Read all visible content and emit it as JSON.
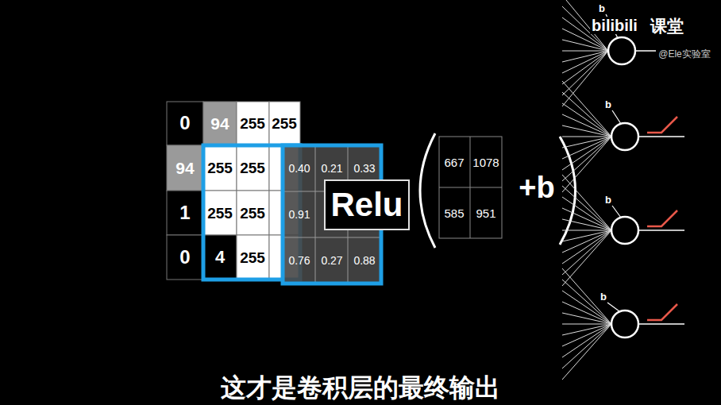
{
  "diagram": {
    "caption": "这才是卷积层的最终输出",
    "nodes": [
      {
        "text": [
          "Relu"
        ]
      }
    ],
    "labels": [
      "0",
      "94",
      "255",
      "255",
      "94",
      "255",
      "255",
      "1",
      "255",
      "255",
      "0",
      "4",
      "255",
      "0.40",
      "0.21",
      "0.33",
      "0.91",
      "0.76",
      "0.27",
      "0.88",
      "667",
      "1078",
      "585",
      "951",
      "+b",
      "b",
      "b",
      "b",
      "b",
      "bilibili",
      "课堂",
      "@Ele实验室"
    ]
  }
}
